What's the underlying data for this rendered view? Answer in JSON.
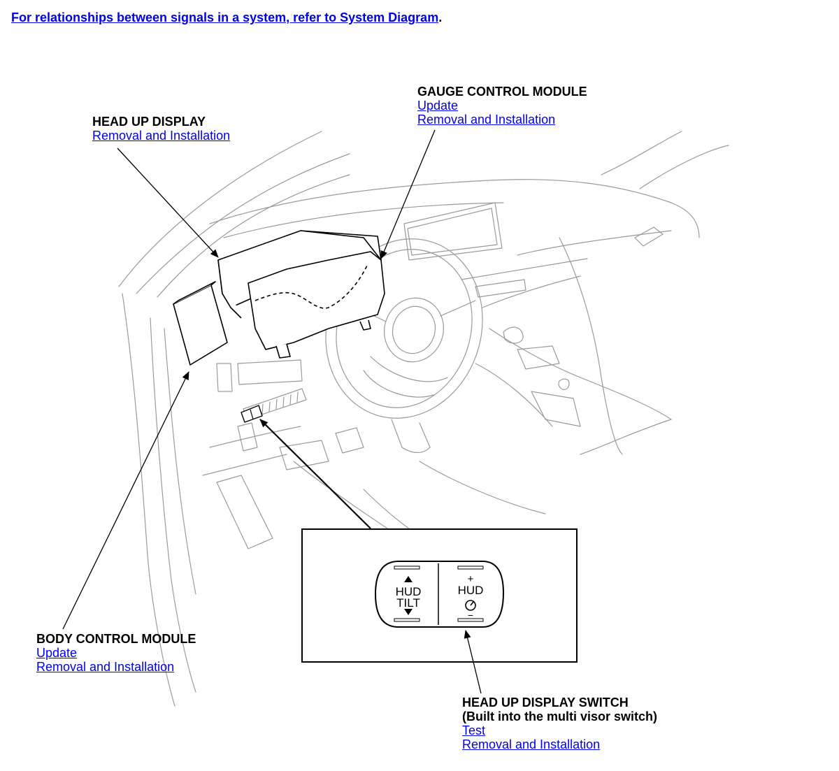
{
  "header": {
    "link_text": "For relationships between signals in a system, refer to System Diagram",
    "trailing_period": "."
  },
  "components": {
    "head_up_display": {
      "title": "HEAD UP DISPLAY",
      "links": [
        "Removal and Installation"
      ]
    },
    "gauge_control_module": {
      "title": "GAUGE CONTROL MODULE",
      "links": [
        "Update",
        "Removal and Installation"
      ]
    },
    "body_control_module": {
      "title": "BODY CONTROL MODULE",
      "links": [
        "Update",
        "Removal and Installation"
      ]
    },
    "head_up_display_switch": {
      "title": "HEAD UP DISPLAY SWITCH",
      "subtitle": "(Built into the multi visor switch)",
      "links": [
        "Test",
        "Removal and Installation"
      ]
    }
  },
  "switch_inset": {
    "left_button": {
      "line1": "HUD",
      "line2": "TILT"
    },
    "right_button": {
      "plus": "+",
      "line1": "HUD",
      "minus": "−"
    }
  },
  "colors": {
    "link": "#0000ee",
    "line_art": "#8a8a8a",
    "leader": "#000000"
  }
}
